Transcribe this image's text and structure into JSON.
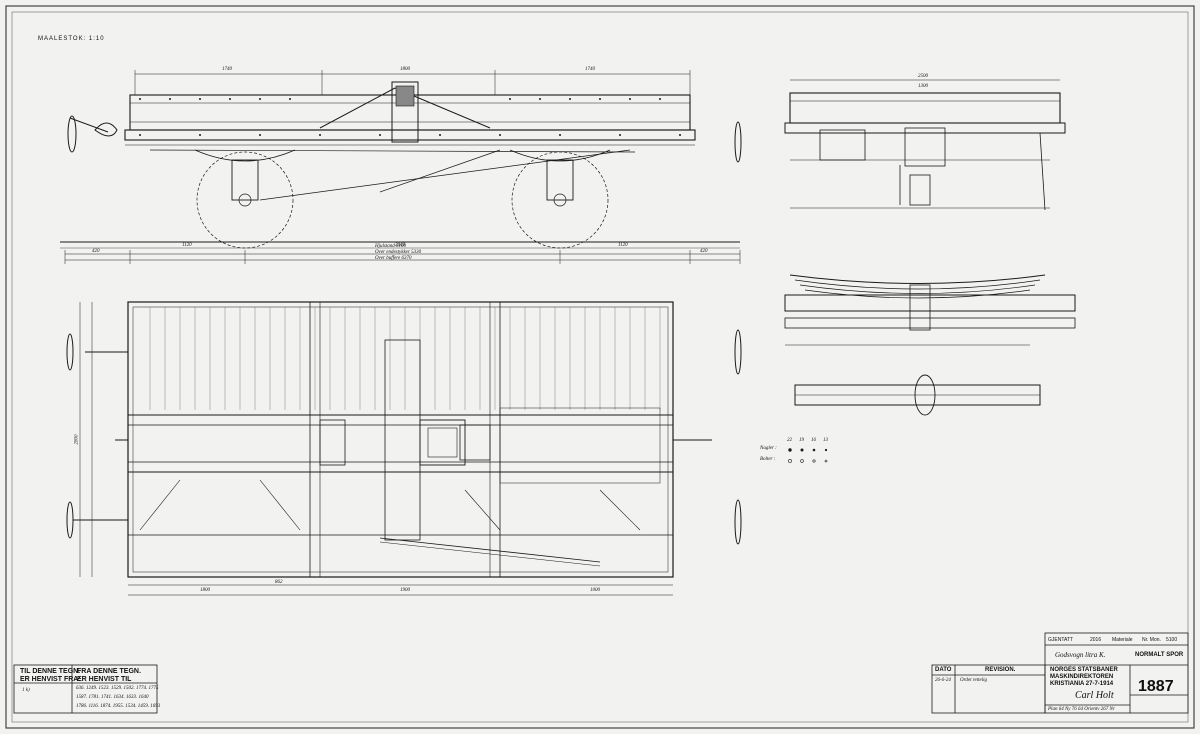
{
  "drawing": {
    "scale_label": "MAALESTOK: 1:10",
    "drawing_number": "1887",
    "gauge": "NORMALT SPOR"
  },
  "references": {
    "left_header": [
      "TIL DENNE TEGN.",
      "ER HENVIST FRA:"
    ],
    "right_header": [
      "FRA DENNE TEGN.",
      "ER HENVIST TIL"
    ],
    "left_value": "1 k)",
    "right_lines": [
      "636. 1249. 1523. 1529. 1502. 1774. 1775",
      "1587. 1781. 1741. 1634. 1633. 1640",
      "1786. 1116. 1874. 1955. 1534. 1459. 1693"
    ]
  },
  "title_block": {
    "head_labels": [
      "GJENTATT",
      "2016",
      "Materiale",
      "Nr. Mon.",
      "5100"
    ],
    "description": "Godsvogn litra K.",
    "org_lines": [
      "NORGES STATSBANER",
      "MASKINDIREKTOREN",
      "KRISTIANIA 27-7-1914"
    ],
    "signature": "Carl Holt",
    "footer_line": "Plan 64 Ny 76 64 Orientv 267 Nr"
  },
  "revision": {
    "date_label": "DATO",
    "revision_label": "REVISION.",
    "entries": [
      {
        "date": "26-6-24",
        "text": "Ordet rettelig"
      }
    ]
  },
  "legend": {
    "labels": [
      "Nagler :",
      "Bolter :"
    ],
    "sizes": [
      "22",
      "19",
      "16",
      "13"
    ]
  },
  "dimensions": {
    "side_top": [
      "1740",
      "1800",
      "1740"
    ],
    "side_bottom": [
      "420",
      "1120",
      "2040",
      "1120",
      "420"
    ],
    "side_lines": [
      "Hjulstand 3100",
      "Over endestykker 5330",
      "Over buffere 6370"
    ],
    "end_top": [
      "2500",
      "1300"
    ],
    "plan_bottom": [
      "1800",
      "862",
      "1900",
      "1000"
    ],
    "plan_side": "2800"
  },
  "colors": {
    "ink": "#1a1a1a",
    "paper": "#f2f2f0",
    "border": "#444444"
  }
}
